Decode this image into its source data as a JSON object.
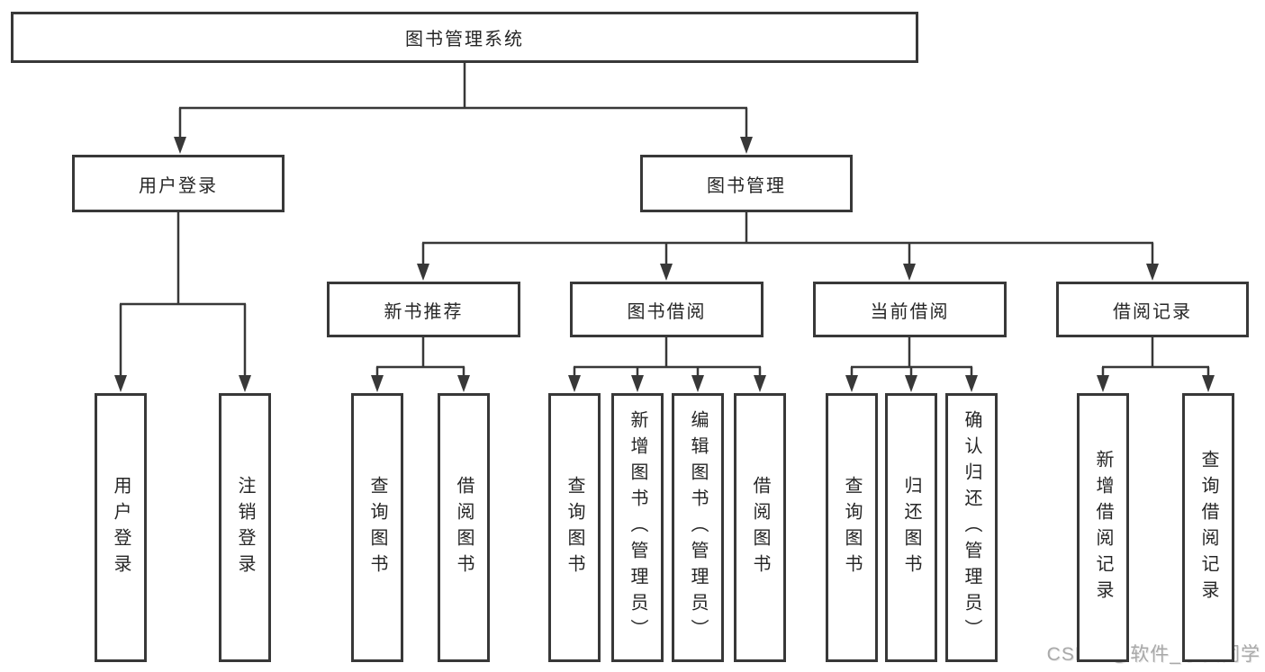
{
  "tree": {
    "label": "图书管理系统",
    "children": [
      {
        "label": "用户登录",
        "children": [
          {
            "label": "用户登录"
          },
          {
            "label": "注销登录"
          }
        ]
      },
      {
        "label": "图书管理",
        "children": [
          {
            "label": "新书推荐",
            "children": [
              {
                "label": "查询图书"
              },
              {
                "label": "借阅图书"
              }
            ]
          },
          {
            "label": "图书借阅",
            "children": [
              {
                "label": "查询图书"
              },
              {
                "label": "新增图书（管理员）"
              },
              {
                "label": "编辑图书（管理员）"
              },
              {
                "label": "借阅图书"
              }
            ]
          },
          {
            "label": "当前借阅",
            "children": [
              {
                "label": "查询图书"
              },
              {
                "label": "归还图书"
              },
              {
                "label": "确认归还（管理员）"
              }
            ]
          },
          {
            "label": "借阅记录",
            "children": [
              {
                "label": "新增借阅记录"
              },
              {
                "label": "查询借阅记录"
              }
            ]
          }
        ]
      }
    ]
  },
  "watermark": "CSDN @软件_小贺同学",
  "colors": {
    "line": "#383838",
    "box_border": "#383838",
    "text": "#262626",
    "watermark": "#a9a9a9",
    "background": "#ffffff"
  }
}
